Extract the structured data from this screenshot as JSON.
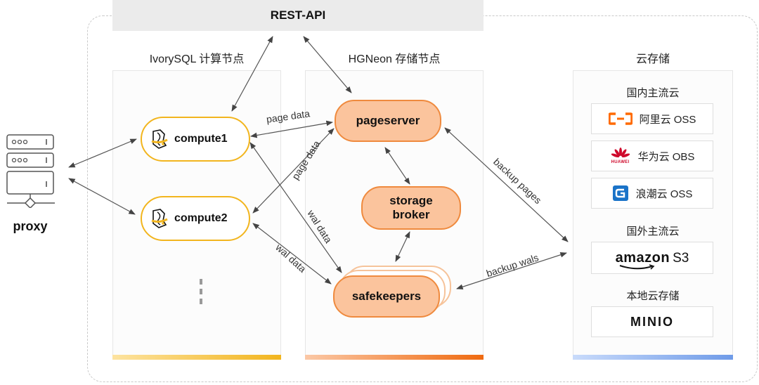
{
  "rest_api": "REST-API",
  "compute_section": {
    "title": "IvorySQL 计算节点",
    "nodes": [
      "compute1",
      "compute2"
    ]
  },
  "storage_section": {
    "title": "HGNeon 存储节点",
    "pageserver": "pageserver",
    "storage_broker": "storage\nbroker",
    "safekeepers": "safekeepers"
  },
  "cloud_section": {
    "title": "云存储",
    "domestic_title": "国内主流云",
    "domestic": [
      {
        "icon": "aliyun-logo-icon",
        "label": "阿里云 OSS"
      },
      {
        "icon": "huawei-logo-icon",
        "label": "华为云 OBS",
        "logo_text": "HUAWEI"
      },
      {
        "icon": "inspur-logo-icon",
        "label": "浪潮云 OSS"
      }
    ],
    "foreign_title": "国外主流云",
    "amazon": {
      "brand": "amazon",
      "suffix": "S3"
    },
    "local_title": "本地云存储",
    "minio": "MINIO"
  },
  "proxy": "proxy",
  "edge_labels": {
    "page_data_1": "page data",
    "page_data_2": "page data",
    "wal_data_1": "wal data",
    "wal_data_2": "wal data",
    "backup_pages": "backup pages",
    "backup_wals": "backup wals"
  },
  "colors": {
    "compute_accent": "#f2b51e",
    "storage_accent": "#ef8a3e",
    "storage_fill": "#fbc49d",
    "cloud_accent": "#6f9be8",
    "aliyun": "#ff6a00",
    "huawei": "#cf0a2c",
    "inspur": "#1a73c8"
  }
}
